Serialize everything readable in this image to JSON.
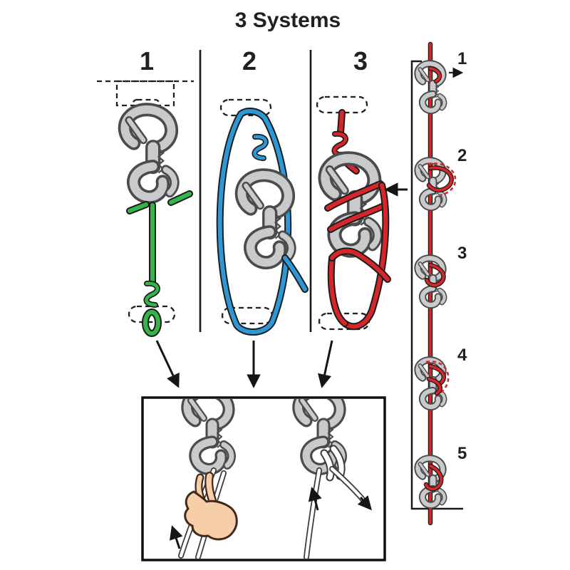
{
  "title": "3 Systems",
  "systems": [
    {
      "label": "1",
      "rope_color": "#35b44a"
    },
    {
      "label": "2",
      "rope_color": "#2e97d5"
    },
    {
      "label": "3",
      "rope_color": "#d6262a"
    }
  ],
  "sequence": {
    "steps": [
      {
        "label": "1"
      },
      {
        "label": "2"
      },
      {
        "label": "3"
      },
      {
        "label": "4"
      },
      {
        "label": "5"
      }
    ]
  },
  "colors": {
    "device_body": "#c9cacc",
    "device_outline": "#4a4b4d",
    "rope_outline": "#1c1c1c",
    "green": "#35b44a",
    "blue": "#2e97d5",
    "red": "#d6262a",
    "skin": "#f6cfa9",
    "ink": "#151515"
  }
}
